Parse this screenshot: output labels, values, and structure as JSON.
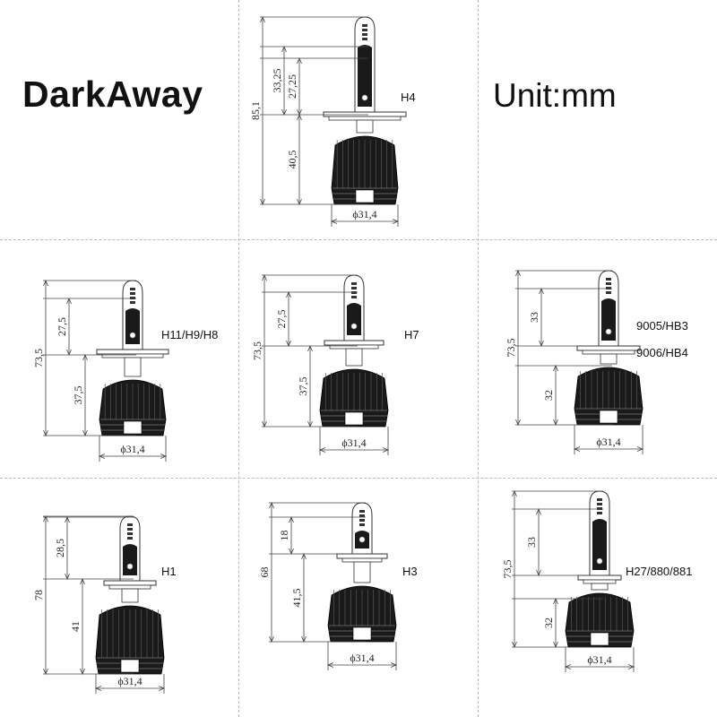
{
  "brand": "DarkAway",
  "unit_label": "Unit:mm",
  "colors": {
    "bulb_body": "#1a1a1a",
    "outline": "#333333",
    "grid": "#bbbbbb"
  },
  "models": [
    {
      "label": "H4",
      "dims": [
        "85,1",
        "33,25",
        "27,25",
        "40,5"
      ],
      "diameter": "ϕ31,4"
    },
    {
      "label": "H11/H9/H8",
      "dims": [
        "73,5",
        "27,5",
        "37,5"
      ],
      "diameter": "ϕ31,4"
    },
    {
      "label": "H7",
      "dims": [
        "73,5",
        "27,5",
        "37,5"
      ],
      "diameter": "ϕ31,4"
    },
    {
      "label": "9005/HB3",
      "label2": "9006/HB4",
      "dims": [
        "73,5",
        "33",
        "32"
      ],
      "diameter": "ϕ31,4"
    },
    {
      "label": "H1",
      "dims": [
        "78",
        "28,5",
        "41"
      ],
      "diameter": "ϕ31,4"
    },
    {
      "label": "H3",
      "dims": [
        "68",
        "18",
        "41,5"
      ],
      "diameter": "ϕ31,4"
    },
    {
      "label": "H27/880/881",
      "dims": [
        "73,5",
        "33",
        "32"
      ],
      "diameter": "ϕ31,4"
    }
  ]
}
